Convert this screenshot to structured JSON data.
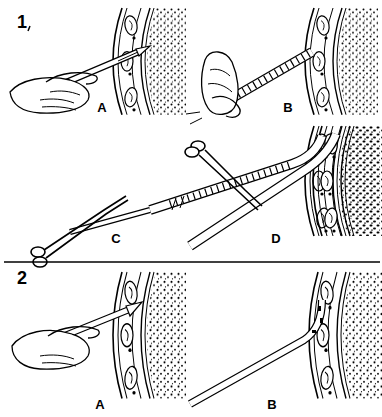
{
  "diagram": {
    "labels": [
      "1",
      "A",
      "B",
      "C",
      "D",
      "2",
      "A",
      "B"
    ]
  }
}
